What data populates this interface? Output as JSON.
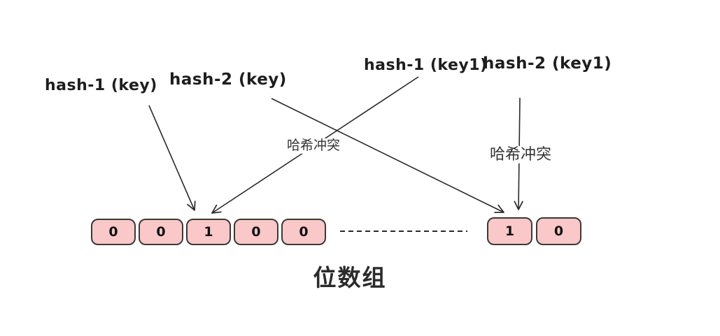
{
  "diagram": {
    "type": "bloom-filter-bit-array",
    "hash_labels": [
      {
        "id": "hash1-key",
        "label": "hash-1 (key)"
      },
      {
        "id": "hash2-key",
        "label": "hash-2 (key)"
      },
      {
        "id": "hash1-key1",
        "label": "hash-1 (key1)"
      },
      {
        "id": "hash2-key1",
        "label": "hash-2 (key1)"
      }
    ],
    "collision_labels": {
      "left": "哈希冲突",
      "right": "哈希冲突"
    },
    "left_array_cells": [
      "0",
      "0",
      "1",
      "0",
      "0"
    ],
    "right_array_cells": [
      "1",
      "0"
    ],
    "title": "位数组",
    "arrows": [
      {
        "from": "hash-1 (key)",
        "to": "left array cell 3 (value 1)"
      },
      {
        "from": "hash-2 (key)",
        "to": "right array cell 1 (value 1)"
      },
      {
        "from": "hash-1 (key1)",
        "to": "left array cell 3 (value 1)"
      },
      {
        "from": "hash-2 (key1)",
        "to": "right array cell 1 (value 1)"
      }
    ],
    "colors": {
      "background": "#ffffff",
      "cell_fill": "#fac8c8",
      "cell_border": "#3a3a3a",
      "line": "#2a2a2a",
      "text": "#1e1e1e",
      "secondary_text": "#333333"
    }
  }
}
